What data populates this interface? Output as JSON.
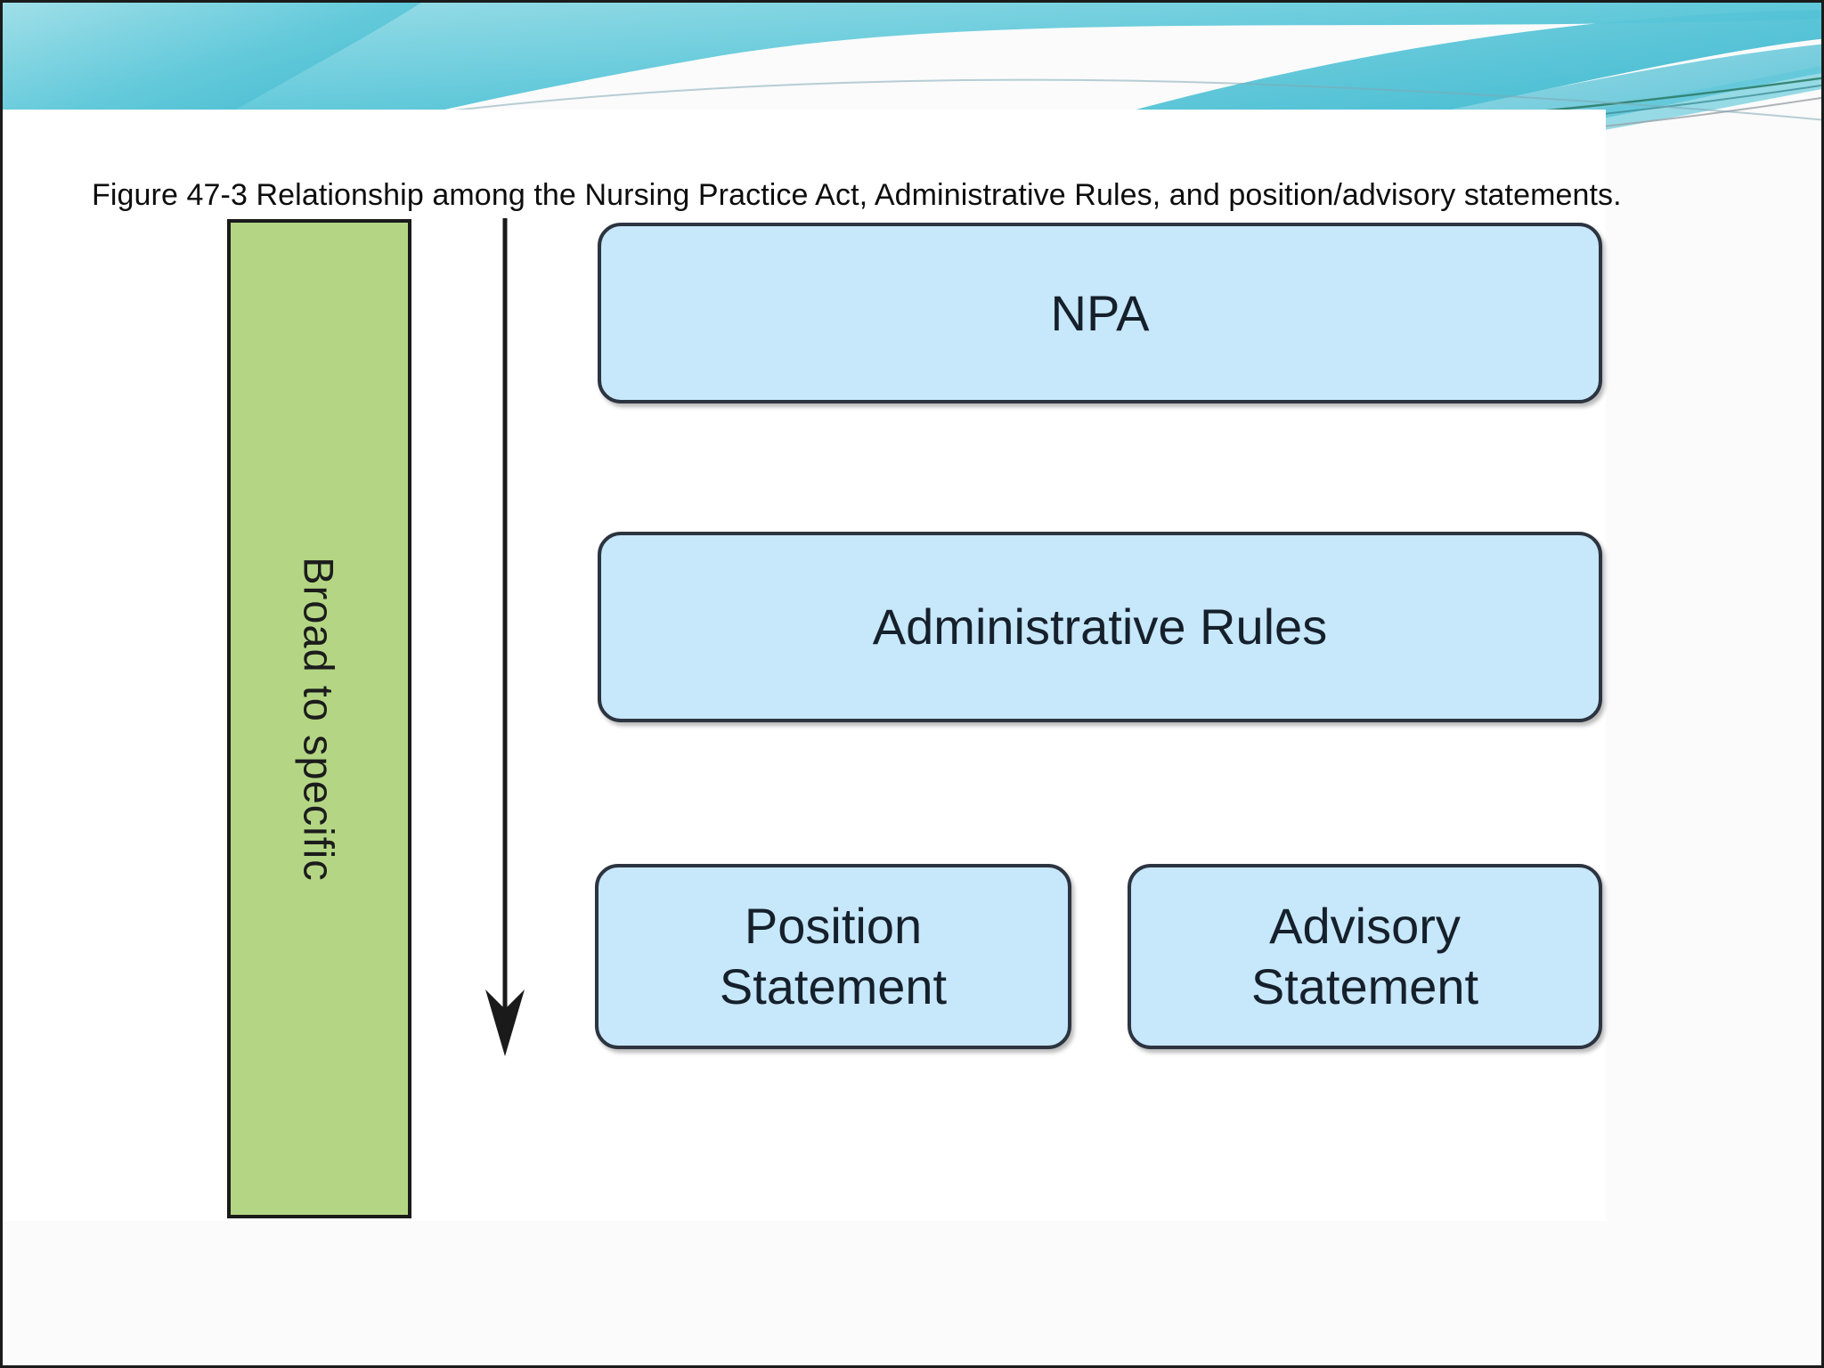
{
  "slide": {
    "caption": "Figure 47-3   Relationship among the Nursing Practice Act, Administrative Rules, and position/advisory statements.",
    "background_color": "#fbfbfb",
    "canvas_color": "#ffffff",
    "border_color": "#1b1b1b"
  },
  "decoration": {
    "header_wave_name": "teal-wave-banner",
    "teal_light": "#8fd9e4",
    "teal_mid": "#5ec8d8",
    "teal_dark": "#2ea8bf",
    "teal_deep": "#1f8fa8",
    "line_green": "#2f7f6b",
    "line_gray": "#9aa3a8"
  },
  "diagram": {
    "scale_bar": {
      "label": "Broad to specific",
      "fill_color": "#b4d684",
      "border_color": "#1a1a1a",
      "text_orientation": "rotated-90-clockwise"
    },
    "arrow": {
      "name": "downward-arrow",
      "direction": "down",
      "color": "#1a1a1a",
      "meaning": "broad to specific"
    },
    "boxes": [
      {
        "id": "npa",
        "label": "NPA",
        "level": 1,
        "fill_color": "#c7e7fb",
        "border_color": "#2c3440"
      },
      {
        "id": "admin-rules",
        "label": "Administrative Rules",
        "level": 2,
        "fill_color": "#c7e7fb",
        "border_color": "#2c3440"
      },
      {
        "id": "position",
        "label": "Position\nStatement",
        "level": 3,
        "fill_color": "#c7e7fb",
        "border_color": "#2c3440"
      },
      {
        "id": "advisory",
        "label": "Advisory\nStatement",
        "level": 3,
        "fill_color": "#c7e7fb",
        "border_color": "#2c3440"
      }
    ]
  }
}
